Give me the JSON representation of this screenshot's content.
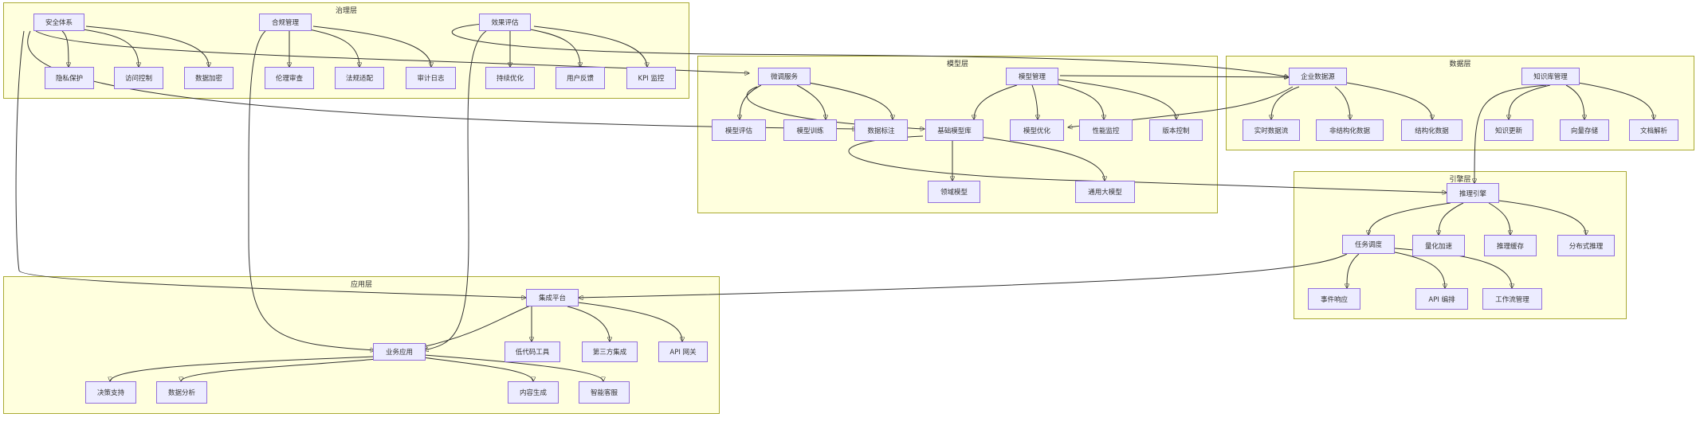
{
  "clusters": {
    "governance": "治理层",
    "model": "模型层",
    "data": "数据层",
    "engine": "引擎层",
    "application": "应用层"
  },
  "nodes": {
    "security": "安全体系",
    "compliance": "合规管理",
    "effect_eval": "效果评估",
    "privacy": "隐私保护",
    "access_control": "访问控制",
    "data_encryption": "数据加密",
    "ethics_review": "伦理审查",
    "regulation_adapt": "法规适配",
    "audit_log": "审计日志",
    "continuous_opt": "持续优化",
    "user_feedback": "用户反馈",
    "kpi_monitor": "KPI 监控",
    "finetune_service": "微调服务",
    "model_mgmt": "模型管理",
    "model_eval": "模型评估",
    "model_training": "模型训练",
    "data_labeling": "数据标注",
    "base_model_lib": "基础模型库",
    "model_opt": "模型优化",
    "perf_monitor": "性能监控",
    "version_control": "版本控制",
    "domain_model": "领域模型",
    "general_llm": "通用大模型",
    "enterprise_data": "企业数据源",
    "kb_mgmt": "知识库管理",
    "realtime_stream": "实时数据流",
    "unstructured_data": "非结构化数据",
    "structured_data": "结构化数据",
    "kb_update": "知识更新",
    "vector_store": "向量存储",
    "doc_parse": "文档解析",
    "inference_engine": "推理引擎",
    "task_schedule": "任务调度",
    "quant_accel": "量化加速",
    "inference_cache": "推理缓存",
    "dist_inference": "分布式推理",
    "event_response": "事件响应",
    "api_orchestration": "API 编排",
    "workflow_mgmt": "工作流管理",
    "integration_platform": "集成平台",
    "business_app": "业务应用",
    "lowcode_tools": "低代码工具",
    "third_party": "第三方集成",
    "api_gateway": "API 网关",
    "decision_support": "决策支持",
    "data_analysis": "数据分析",
    "content_gen": "内容生成",
    "smart_cs": "智能客服"
  }
}
